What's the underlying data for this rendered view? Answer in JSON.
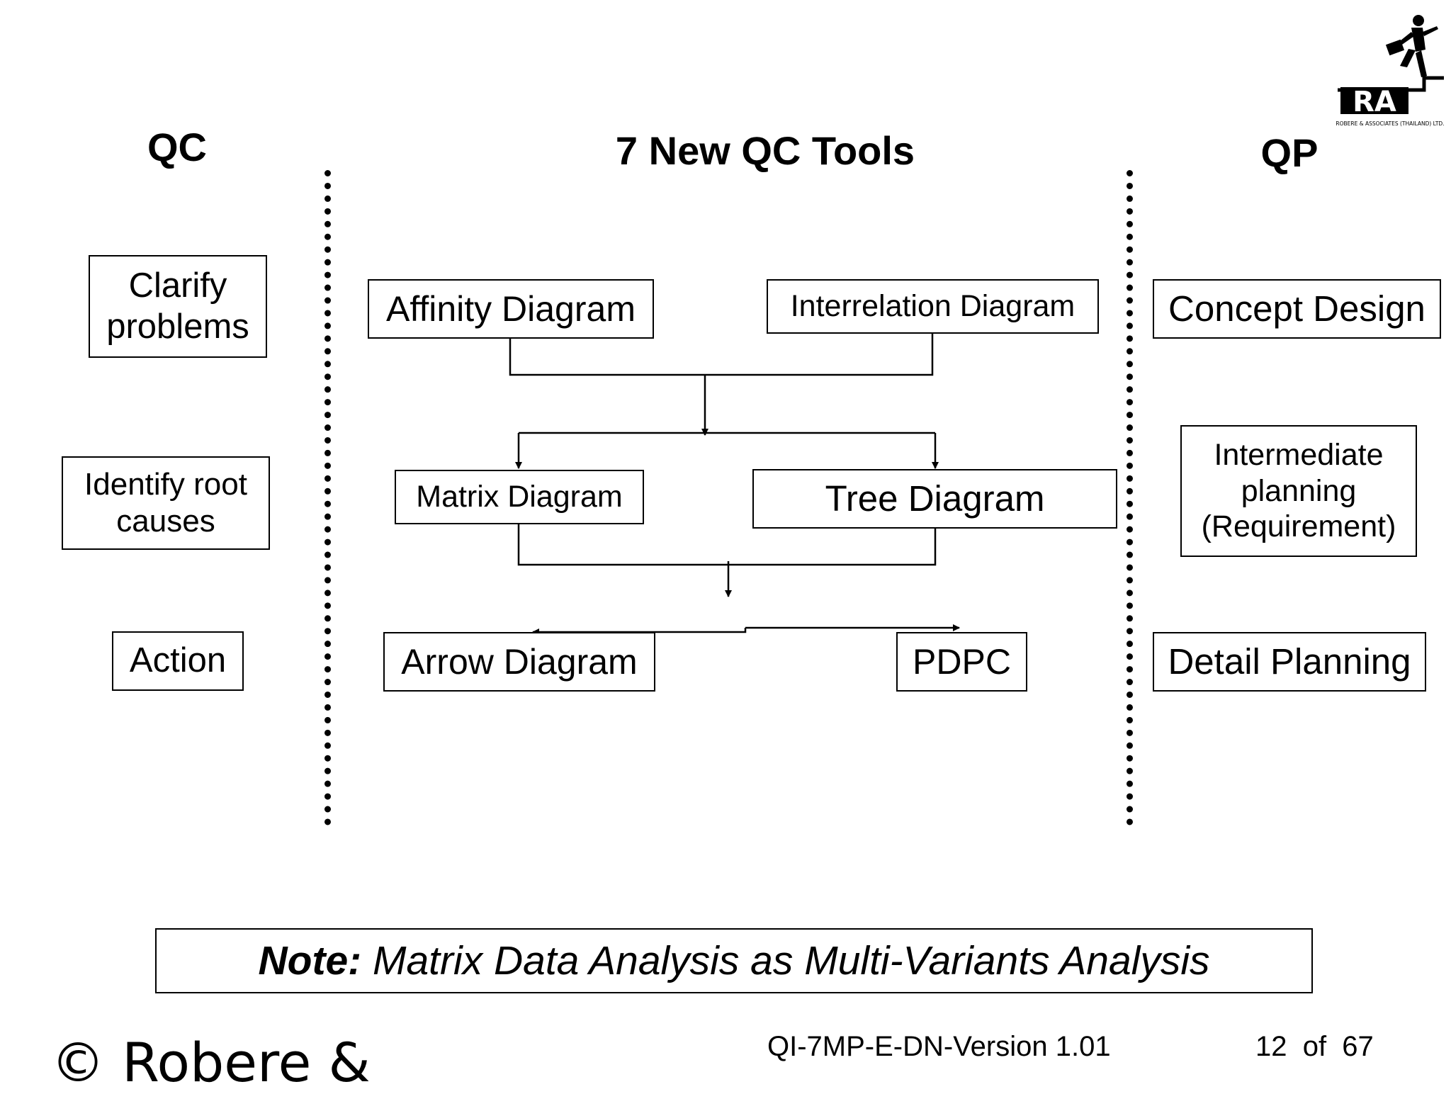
{
  "headings": {
    "qc": "QC",
    "tools": "7 New QC Tools",
    "qp": "QP"
  },
  "qc_column": {
    "clarify": "Clarify problems",
    "identify": "Identify root causes",
    "action": "Action"
  },
  "tools_column": {
    "affinity": "Affinity Diagram",
    "interrelation": "Interrelation Diagram",
    "matrix": "Matrix Diagram",
    "tree": "Tree Diagram",
    "arrow": "Arrow Diagram",
    "pdpc": "PDPC"
  },
  "qp_column": {
    "concept": "Concept Design",
    "intermediate": "Intermediate planning (Requirement)",
    "detail": "Detail Planning"
  },
  "note": {
    "label": "Note:",
    "text": " Matrix Data Analysis as Multi-Variants Analysis"
  },
  "footer": {
    "copyright": "© Robere &",
    "version": "QI-7MP-E-DN-Version 1.01",
    "page": "12  of  67"
  },
  "logo": {
    "letters": "RA",
    "caption": "ROBERE & ASSOCIATES (THAILAND) LTD."
  }
}
